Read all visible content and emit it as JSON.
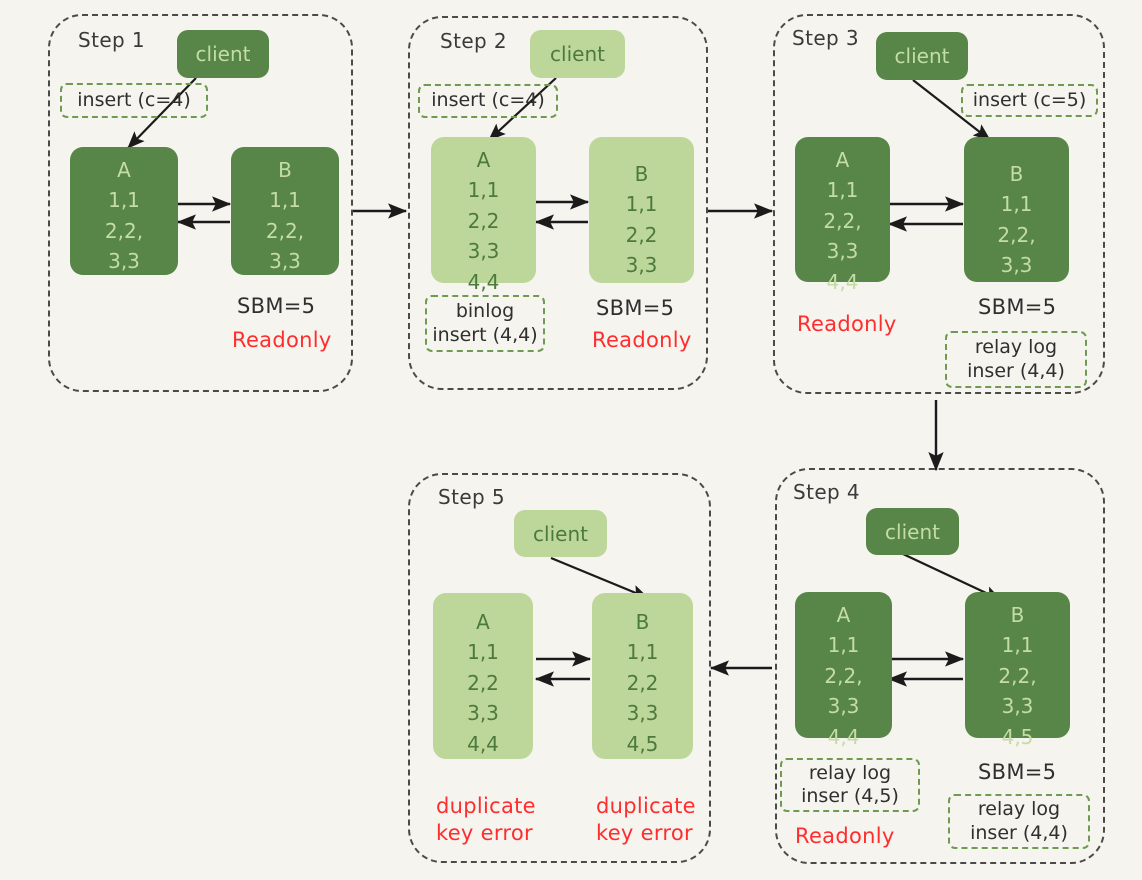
{
  "background_color": "#f5f4ef",
  "colors": {
    "dark_green": "#588548",
    "light_green": "#bdd79b",
    "dark_text_on_dark": "#c4dda5",
    "dark_text_on_light": "#4c7a3c",
    "note_border": "#6f9a52",
    "panel_border": "#4a4a4a",
    "error_red": "#ff2d2d"
  },
  "diagram": {
    "type": "mysql-replication-failure-sequence",
    "steps": [
      {
        "id": "step1",
        "title": "Step 1",
        "shade": "dark",
        "client_label": "client",
        "note_top": {
          "lines": [
            "insert (c=4)"
          ]
        },
        "nodes": [
          {
            "name": "A",
            "rows": [
              "1,1",
              "2,2,",
              "3,3"
            ]
          },
          {
            "name": "B",
            "rows": [
              "1,1",
              "2,2,",
              "3,3"
            ]
          }
        ],
        "captions": [
          {
            "text": "SBM=5",
            "style": "plain"
          },
          {
            "text": "Readonly",
            "style": "red"
          }
        ]
      },
      {
        "id": "step2",
        "title": "Step 2",
        "shade": "light",
        "client_label": "client",
        "note_top": {
          "lines": [
            "insert (c=4)"
          ]
        },
        "nodes": [
          {
            "name": "A",
            "rows": [
              "1,1",
              "2,2",
              "3,3",
              "4,4"
            ]
          },
          {
            "name": "B",
            "rows": [
              "1,1",
              "2,2",
              "3,3"
            ]
          }
        ],
        "note_bottom_left": {
          "lines": [
            "binlog",
            "insert (4,4)"
          ]
        },
        "captions": [
          {
            "text": "SBM=5",
            "style": "plain"
          },
          {
            "text": "Readonly",
            "style": "red"
          }
        ]
      },
      {
        "id": "step3",
        "title": "Step 3",
        "shade": "dark",
        "client_label": "client",
        "note_top": {
          "lines": [
            "insert (c=5)"
          ]
        },
        "nodes": [
          {
            "name": "A",
            "rows": [
              "1,1",
              "2,2,",
              "3,3",
              "4,4"
            ]
          },
          {
            "name": "B",
            "rows": [
              "1,1",
              "2,2,",
              "3,3"
            ]
          }
        ],
        "note_bottom_right": {
          "lines": [
            "relay log",
            "inser (4,4)"
          ]
        },
        "captions": [
          {
            "text": "Readonly",
            "style": "red"
          },
          {
            "text": "SBM=5",
            "style": "plain"
          }
        ]
      },
      {
        "id": "step4",
        "title": "Step 4",
        "shade": "dark",
        "client_label": "client",
        "nodes": [
          {
            "name": "A",
            "rows": [
              "1,1",
              "2,2,",
              "3,3",
              "4,4"
            ]
          },
          {
            "name": "B",
            "rows": [
              "1,1",
              "2,2,",
              "3,3",
              "4,5"
            ]
          }
        ],
        "note_bottom_left": {
          "lines": [
            "relay log",
            "inser (4,5)"
          ]
        },
        "note_bottom_right": {
          "lines": [
            "relay log",
            "inser (4,4)"
          ]
        },
        "captions": [
          {
            "text": "Readonly",
            "style": "red"
          },
          {
            "text": "SBM=5",
            "style": "plain"
          }
        ]
      },
      {
        "id": "step5",
        "title": "Step 5",
        "shade": "light",
        "client_label": "client",
        "nodes": [
          {
            "name": "A",
            "rows": [
              "1,1",
              "2,2",
              "3,3",
              "4,4"
            ]
          },
          {
            "name": "B",
            "rows": [
              "1,1",
              "2,2",
              "3,3",
              "4,5"
            ]
          }
        ],
        "captions": [
          {
            "text_line1": "duplicate",
            "text_line2": "key error",
            "style": "red"
          },
          {
            "text_line1": "duplicate",
            "text_line2": "key error",
            "style": "red"
          }
        ]
      }
    ],
    "flow_connectors": [
      {
        "from": "step1",
        "to": "step2",
        "direction": "right"
      },
      {
        "from": "step2",
        "to": "step3",
        "direction": "right"
      },
      {
        "from": "step3",
        "to": "step4",
        "direction": "down"
      },
      {
        "from": "step4",
        "to": "step5",
        "direction": "left"
      }
    ]
  },
  "labels": {
    "step1": {
      "title": "Step 1",
      "client": "client",
      "note_top": "insert (c=4)",
      "a_name": "A",
      "a_r1": "1,1",
      "a_r2": "2,2,",
      "a_r3": "3,3",
      "b_name": "B",
      "b_r1": "1,1",
      "b_r2": "2,2,",
      "b_r3": "3,3",
      "sbm": "SBM=5",
      "readonly": "Readonly"
    },
    "step2": {
      "title": "Step 2",
      "client": "client",
      "note_top": "insert (c=4)",
      "a_name": "A",
      "a_r1": "1,1",
      "a_r2": "2,2",
      "a_r3": "3,3",
      "a_r4": "4,4",
      "b_name": "B",
      "b_r1": "1,1",
      "b_r2": "2,2",
      "b_r3": "3,3",
      "note_bl_1": "binlog",
      "note_bl_2": "insert (4,4)",
      "sbm": "SBM=5",
      "readonly": "Readonly"
    },
    "step3": {
      "title": "Step 3",
      "client": "client",
      "note_top": "insert (c=5)",
      "a_name": "A",
      "a_r1": "1,1",
      "a_r2": "2,2,",
      "a_r3": "3,3",
      "a_r4": "4,4",
      "b_name": "B",
      "b_r1": "1,1",
      "b_r2": "2,2,",
      "b_r3": "3,3",
      "readonly": "Readonly",
      "sbm": "SBM=5",
      "note_br_1": "relay log",
      "note_br_2": "inser (4,4)"
    },
    "step4": {
      "title": "Step 4",
      "client": "client",
      "a_name": "A",
      "a_r1": "1,1",
      "a_r2": "2,2,",
      "a_r3": "3,3",
      "a_r4": "4,4",
      "b_name": "B",
      "b_r1": "1,1",
      "b_r2": "2,2,",
      "b_r3": "3,3",
      "b_r4": "4,5",
      "note_bl_1": "relay log",
      "note_bl_2": "inser (4,5)",
      "readonly": "Readonly",
      "sbm": "SBM=5",
      "note_br_1": "relay log",
      "note_br_2": "inser (4,4)"
    },
    "step5": {
      "title": "Step 5",
      "client": "client",
      "a_name": "A",
      "a_r1": "1,1",
      "a_r2": "2,2",
      "a_r3": "3,3",
      "a_r4": "4,4",
      "b_name": "B",
      "b_r1": "1,1",
      "b_r2": "2,2",
      "b_r3": "3,3",
      "b_r4": "4,5",
      "err_a_1": "duplicate",
      "err_a_2": "key error",
      "err_b_1": "duplicate",
      "err_b_2": "key error"
    }
  }
}
